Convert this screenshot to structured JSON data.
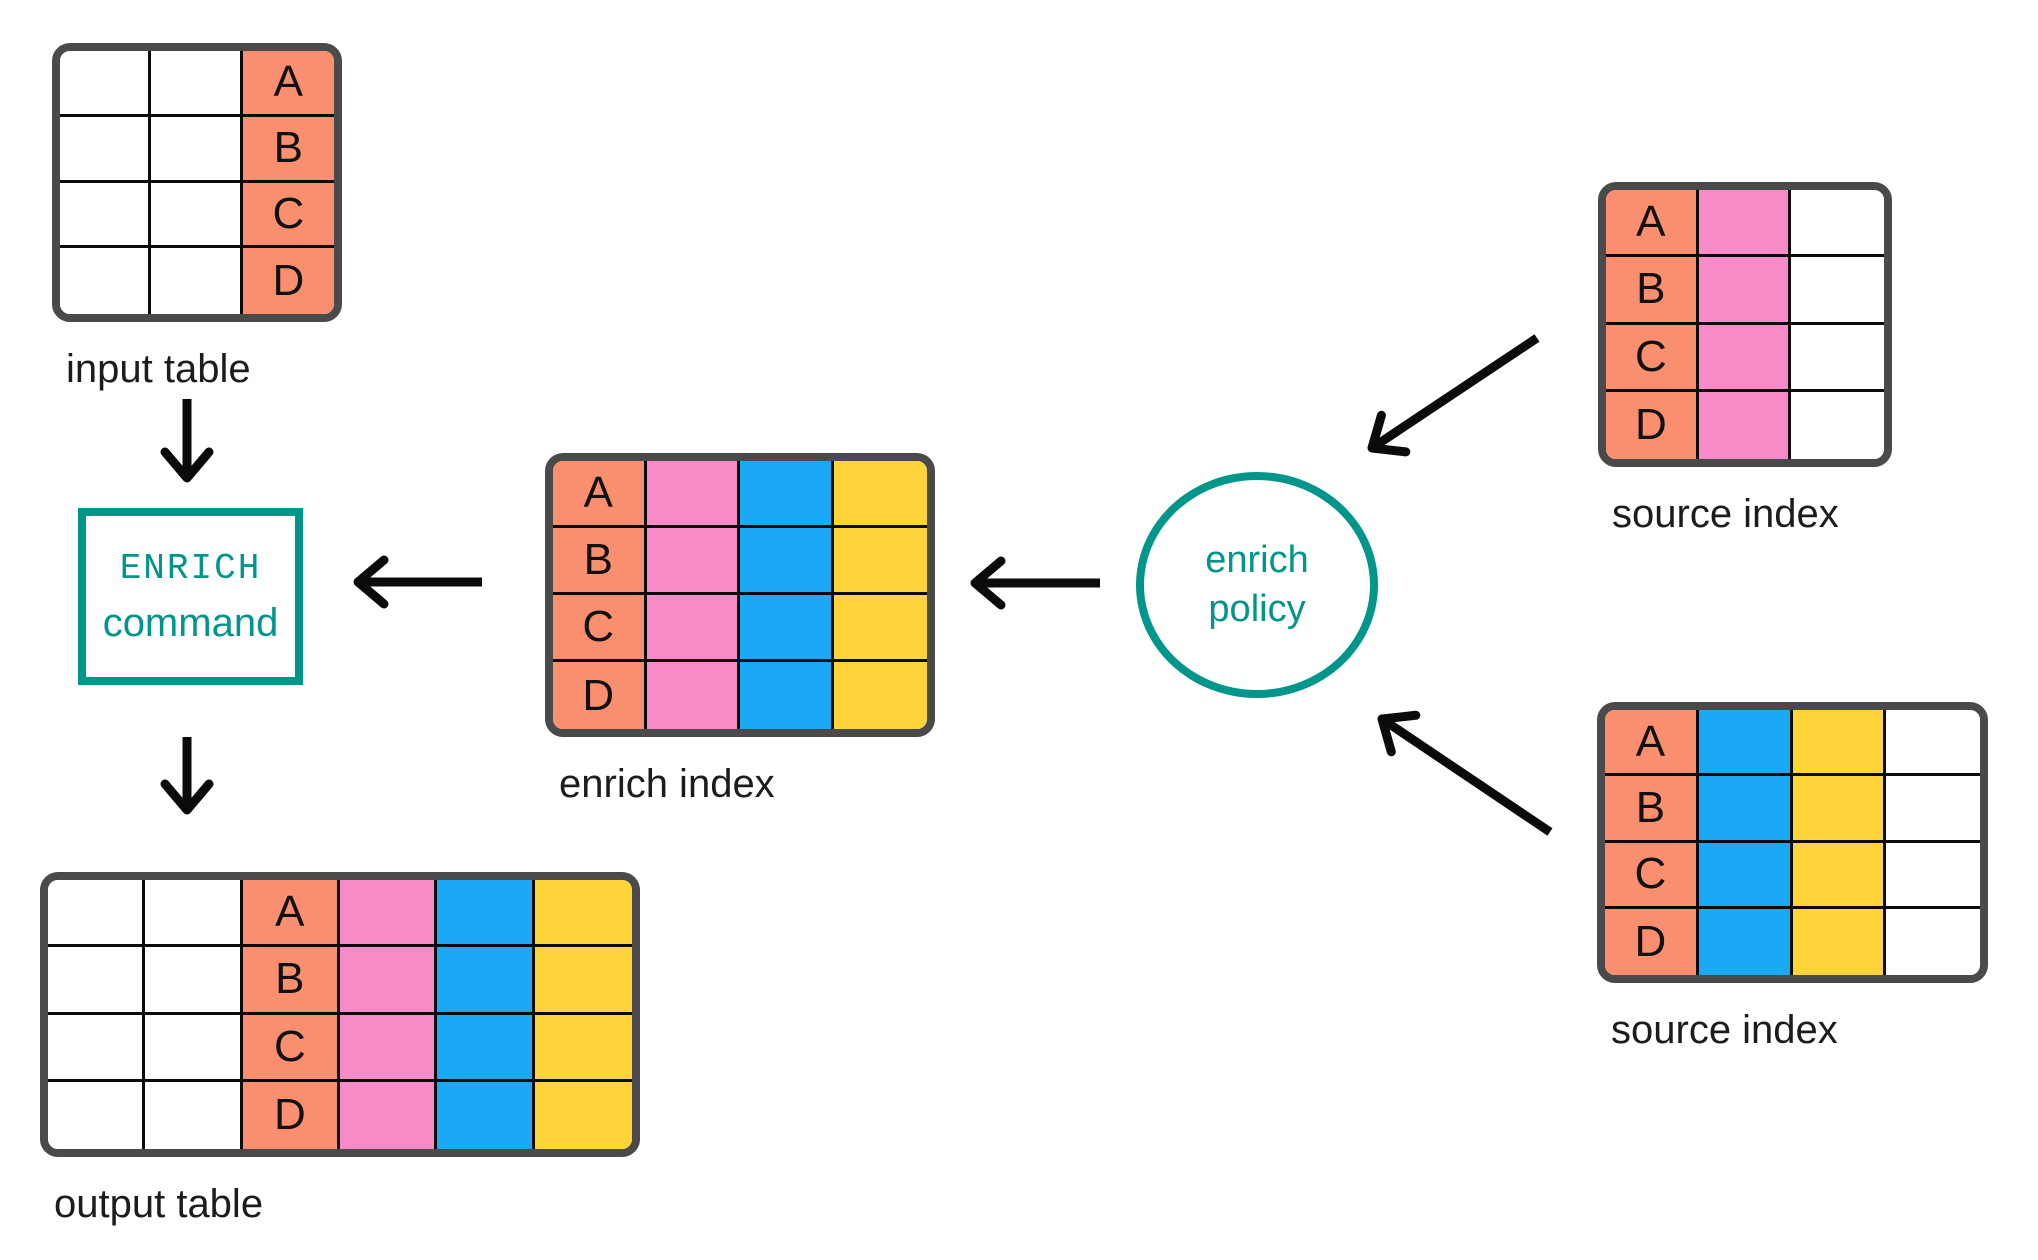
{
  "colors": {
    "salmon": "#FA8F70",
    "pink": "#F78BC8",
    "blue": "#1BA9F5",
    "yellow": "#FFD43B",
    "white": "#FFFFFF",
    "teal": "#00968B",
    "table_border": "#4A4A4A",
    "grid_line": "#0B0B0B",
    "arrow": "#0B0B0B",
    "text": "#1C1C1C"
  },
  "row_keys": [
    "A",
    "B",
    "C",
    "D"
  ],
  "tables": {
    "input_table": {
      "label": "input table",
      "columns": [
        {
          "color": "white"
        },
        {
          "color": "white"
        },
        {
          "color": "salmon",
          "letters": true
        }
      ]
    },
    "enrich_index": {
      "label": "enrich index",
      "columns": [
        {
          "color": "salmon",
          "letters": true
        },
        {
          "color": "pink"
        },
        {
          "color": "blue"
        },
        {
          "color": "yellow"
        }
      ]
    },
    "source_index_top": {
      "label": "source index",
      "columns": [
        {
          "color": "salmon",
          "letters": true
        },
        {
          "color": "pink"
        },
        {
          "color": "white"
        }
      ]
    },
    "source_index_bottom": {
      "label": "source index",
      "columns": [
        {
          "color": "salmon",
          "letters": true
        },
        {
          "color": "blue"
        },
        {
          "color": "yellow"
        },
        {
          "color": "white"
        }
      ]
    },
    "output_table": {
      "label": "output table",
      "columns": [
        {
          "color": "white"
        },
        {
          "color": "white"
        },
        {
          "color": "salmon",
          "letters": true
        },
        {
          "color": "pink"
        },
        {
          "color": "blue"
        },
        {
          "color": "yellow"
        }
      ]
    }
  },
  "enrich_command": {
    "line1": "ENRICH",
    "line2": "command"
  },
  "enrich_policy": {
    "line1": "enrich",
    "line2": "policy"
  },
  "arrows": [
    {
      "from": "input table",
      "to": "ENRICH command"
    },
    {
      "from": "ENRICH command",
      "to": "output table"
    },
    {
      "from": "enrich index",
      "to": "ENRICH command"
    },
    {
      "from": "enrich policy",
      "to": "enrich index"
    },
    {
      "from": "source index top",
      "to": "enrich policy"
    },
    {
      "from": "source index bottom",
      "to": "enrich policy"
    }
  ]
}
